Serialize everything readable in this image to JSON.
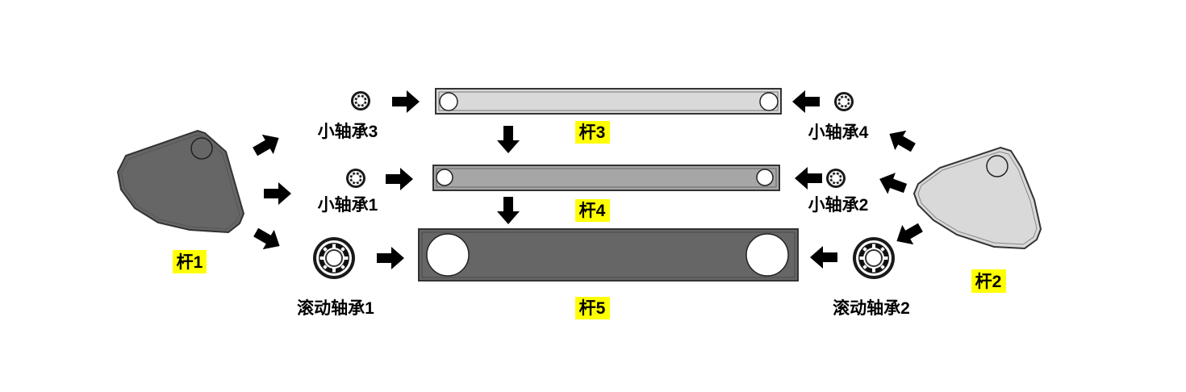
{
  "labels": {
    "rod1": "杆1",
    "rod2": "杆2",
    "rod3": "杆3",
    "rod4": "杆4",
    "rod5": "杆5",
    "small_bearing_1": "小轴承1",
    "small_bearing_2": "小轴承2",
    "small_bearing_3": "小轴承3",
    "small_bearing_4": "小轴承4",
    "rolling_bearing_1": "滚动轴承1",
    "rolling_bearing_2": "滚动轴承2"
  },
  "colors": {
    "highlight": "#ffff00",
    "rod1_fill": "#666666",
    "rod2_fill": "#d9d9d9",
    "rod3_fill": "#d9d9d9",
    "rod4_fill": "#a6a6a6",
    "rod5_fill": "#666666",
    "outline": "#333333",
    "arrow": "#000000"
  }
}
